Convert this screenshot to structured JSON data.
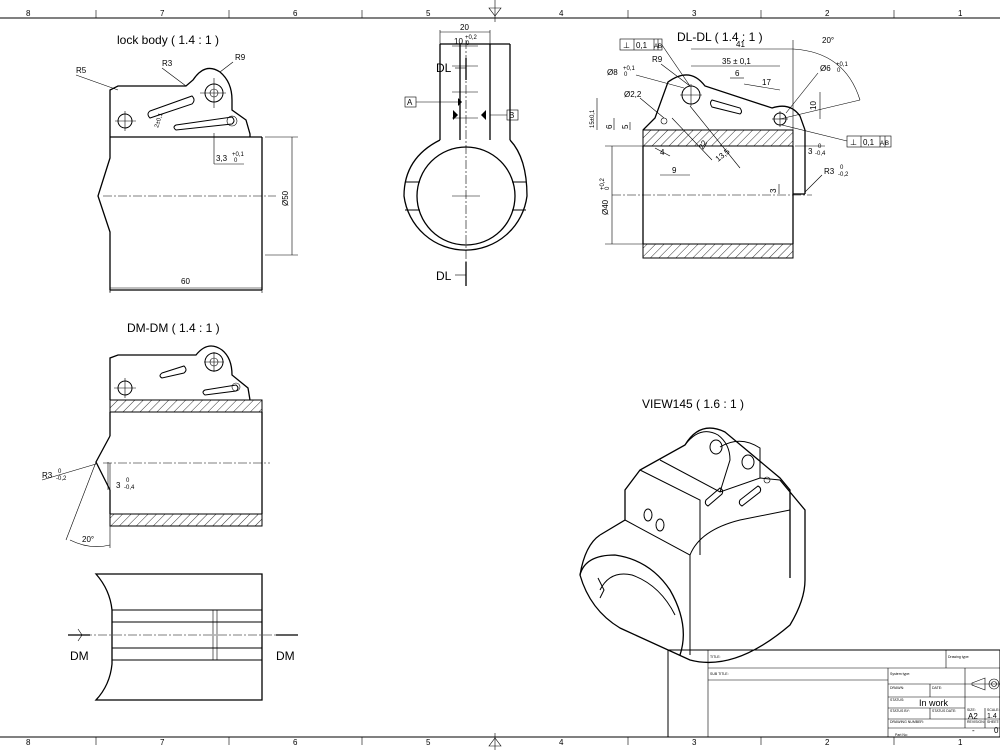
{
  "sheet": {
    "zones_top": [
      "8",
      "7",
      "6",
      "5",
      "4",
      "3",
      "2",
      "1"
    ],
    "zones_bottom": [
      "8",
      "7",
      "6",
      "5",
      "4",
      "3",
      "2",
      "1"
    ]
  },
  "views": {
    "lock_body": {
      "title": "lock body ( 1.4 : 1 )",
      "dims": {
        "r5": "R5",
        "r3": "R3",
        "r9": "R9",
        "slot": "2±0,1",
        "hole": "3,3",
        "hole_tol": "+0,1",
        "hole_tol2": "0",
        "dia50": "Ø50",
        "len60": "60"
      }
    },
    "front": {
      "dims": {
        "w20": "20",
        "w10": "10",
        "w10_tol1": "+0,2",
        "w10_tol2": "0"
      },
      "datum_a": "A",
      "datum_b": "B",
      "section_dl": "DL"
    },
    "dl_section": {
      "title": "DL-DL ( 1.4 : 1 )",
      "fcf_top": [
        "⊥",
        "0,1",
        "A",
        "B"
      ],
      "fcf_right": [
        "⊥",
        "0,1",
        "A",
        "B"
      ],
      "dims": {
        "d41": "41",
        "d35": "35 ± 0,1",
        "d6a": "6",
        "d17": "17",
        "d10": "10",
        "dia8": "Ø8",
        "dia8_tol1": "+0,1",
        "dia8_tol2": "0",
        "r9": "R9",
        "dia6": "Ø6",
        "dia6_tol1": "+0,1",
        "dia6_tol2": "0",
        "dia22": "Ø2,2",
        "d15": "15±0,1",
        "d6b": "6",
        "d5": "5",
        "d4": "4",
        "d22": "22",
        "d135": "13,5",
        "d9": "9",
        "d3a": "3",
        "d3a_tol1": "0",
        "d3a_tol2": "-0,4",
        "r3": "R3",
        "r3_tol1": "0",
        "r3_tol2": "-0,2",
        "d3b": "3",
        "dia40": "Ø40",
        "dia40_tol1": "+0,2",
        "dia40_tol2": "0",
        "ang20": "20°"
      }
    },
    "dm_section": {
      "title": "DM-DM ( 1.4 : 1 )",
      "dims": {
        "r3": "R3",
        "r3_tol1": "0",
        "r3_tol2": "-0,2",
        "d3": "3",
        "d3_tol1": "0",
        "d3_tol2": "-0,4",
        "ang20": "20°"
      }
    },
    "bottom_view": {
      "section_dm": "DM"
    },
    "iso": {
      "title": "VIEW145 ( 1.6 : 1 )"
    }
  },
  "title_block": {
    "title_label": "TITLE:",
    "subtitle_label": "SUB TITLE:",
    "drawing_type_label": "Drawing type:",
    "system_type_label": "System type:",
    "drawn_label": "DRAWN:",
    "date_label": "DATE:",
    "status_label": "STATUS:",
    "status_value": "In work",
    "status_by_label": "STATUS BY:",
    "status_date_label": "STATUS DATE:",
    "drawing_number_label": "DRAWING NUMBER:",
    "size_label": "SIZE:",
    "size_value": "A2",
    "scale_label": "SCALE:",
    "scale_value": "1.4",
    "revision_label": "REVISION:",
    "revision_value": "-",
    "sheet_label": "SHEET:",
    "sheet_value": "0",
    "part_label": "Part No:"
  }
}
